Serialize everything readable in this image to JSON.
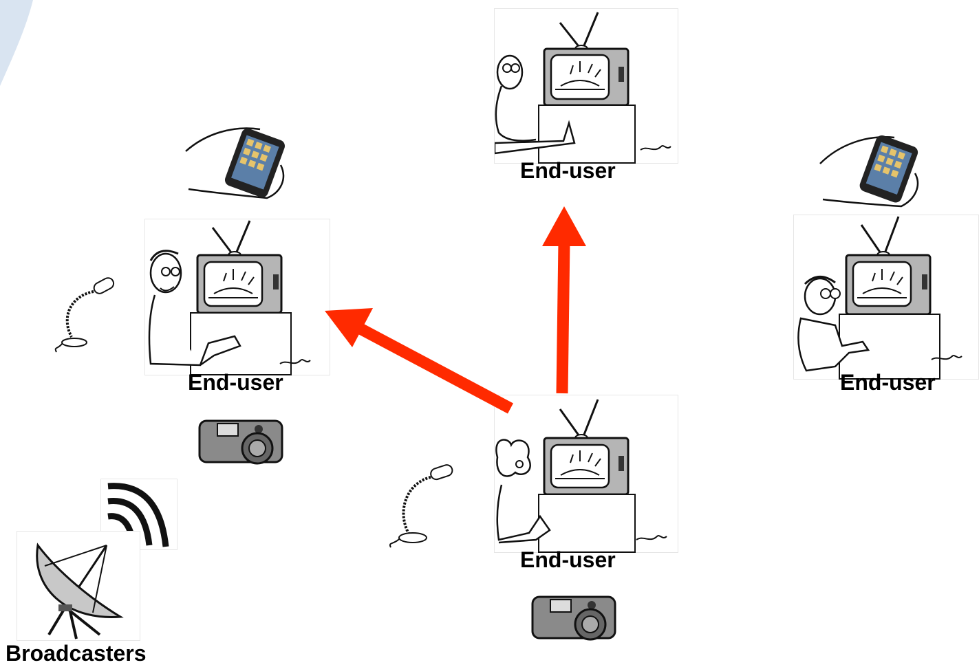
{
  "diagram": {
    "nodes": [
      {
        "id": "top",
        "label": "End-user"
      },
      {
        "id": "left",
        "label": "End-user"
      },
      {
        "id": "right",
        "label": "End-user"
      },
      {
        "id": "bottom",
        "label": "End-user"
      }
    ],
    "broadcasters": {
      "label": "Broadcasters"
    },
    "arrows": [
      {
        "from": "bottom",
        "to": "left"
      },
      {
        "from": "bottom",
        "to": "top"
      }
    ],
    "colors": {
      "arrow": "#ff2a00",
      "corner_accent": "#d9e4f1",
      "screen": "#9a9a9a",
      "camera": "#8a8a8a"
    }
  }
}
